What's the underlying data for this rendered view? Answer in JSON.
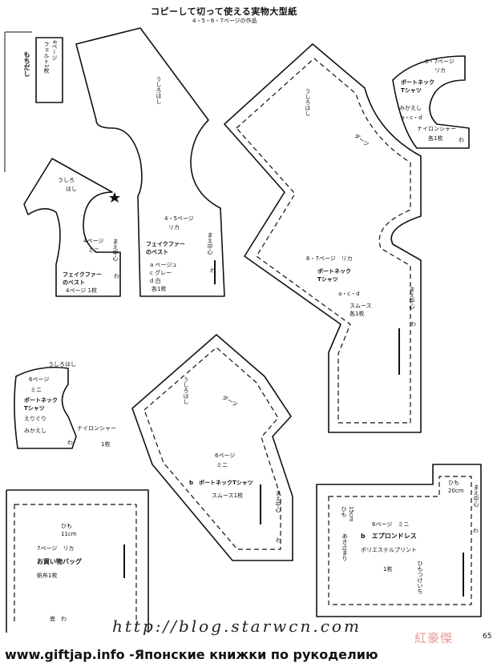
{
  "header": {
    "title": "コピーして切って使える実物大型紙",
    "subtitle": "4・5・6・7ページの作品"
  },
  "strip": {
    "page_ref": "4ページ",
    "felt": "フェルト1枚",
    "mochidashi": "もちだし"
  },
  "vest_mini": {
    "ushiro": "うしろ",
    "hashi": "はし",
    "page": "4ページ",
    "mini": "ミニ",
    "mae": "まえ中心",
    "wa": "わ",
    "name1": "フェイクファー",
    "name2": "のベスト",
    "qty": "4ページ 1枚"
  },
  "vest_rika": {
    "ushirohashi": "うしろはし",
    "page": "4・5ページ",
    "rika": "リカ",
    "name1": "フェイクファー",
    "name2": "のベスト",
    "var1": "a ベージュ",
    "var2": "c グレー",
    "var3": "d 白",
    "qty": "各1枚",
    "mae": "まえ中心",
    "wa": "わ"
  },
  "collar_rika": {
    "page": "6・7ページ",
    "rika": "リカ",
    "name1": "ボートネック",
    "name2": "Tシャツ",
    "mikaeshi": "みかえし",
    "variants": "a・c・d",
    "fabric": "ナイロンシャー",
    "qty": "各1枚",
    "wa": "わ"
  },
  "tshirt_rika": {
    "ushirohashi": "うしろはし",
    "kata": "ダーツ",
    "page": "6・7ページ　リカ",
    "name1": "ボートネック",
    "name2": "Tシャツ",
    "variants": "a・c・d",
    "fabric": "スムース",
    "qty": "各1枚",
    "mae": "まえ中心",
    "wa": "わ"
  },
  "collar_mini": {
    "ushirohashi": "うしろはし",
    "page": "6ページ",
    "mini": "ミニ",
    "name1": "ボートネック",
    "name2": "Tシャツ",
    "eri": "えりぐり",
    "mikaeshi": "みかえし",
    "fabric": "ナイロンシャー",
    "qty": "1枚",
    "wa": "わ"
  },
  "tshirt_mini": {
    "ushirohashi": "うしろはし",
    "kata": "ダーツ",
    "page": "6ページ",
    "mini": "ミニ",
    "name": "b　ボートネックTシャツ",
    "fabric": "スムース1枚",
    "mae": "まえ中心",
    "wa": "わ"
  },
  "bag": {
    "himo": "ひも",
    "himo_len": "11cm",
    "page": "7ページ　リカ",
    "name": "お買い物バッグ",
    "fabric": "帆布1枚",
    "soko": "底",
    "wa": "わ"
  },
  "apron": {
    "himo1": "ひも",
    "himo1_len": "15cm",
    "himo2": "ひも",
    "himo2_len": "20cm",
    "page": "6ページ　ミニ",
    "name": "b　エプロンドレス",
    "fabric": "ポリエステルプリント",
    "qty": "1枚",
    "aki": "あき止まり",
    "himotsuke": "ひもつけいち",
    "mae": "まえ中心",
    "wa": "わ"
  },
  "watermark": {
    "blog": "http://blog.starwcn.com",
    "site": "www.giftjap.info -Японские книжки по рукоделию",
    "stamp": "紅豪傑"
  },
  "page_number": "65"
}
